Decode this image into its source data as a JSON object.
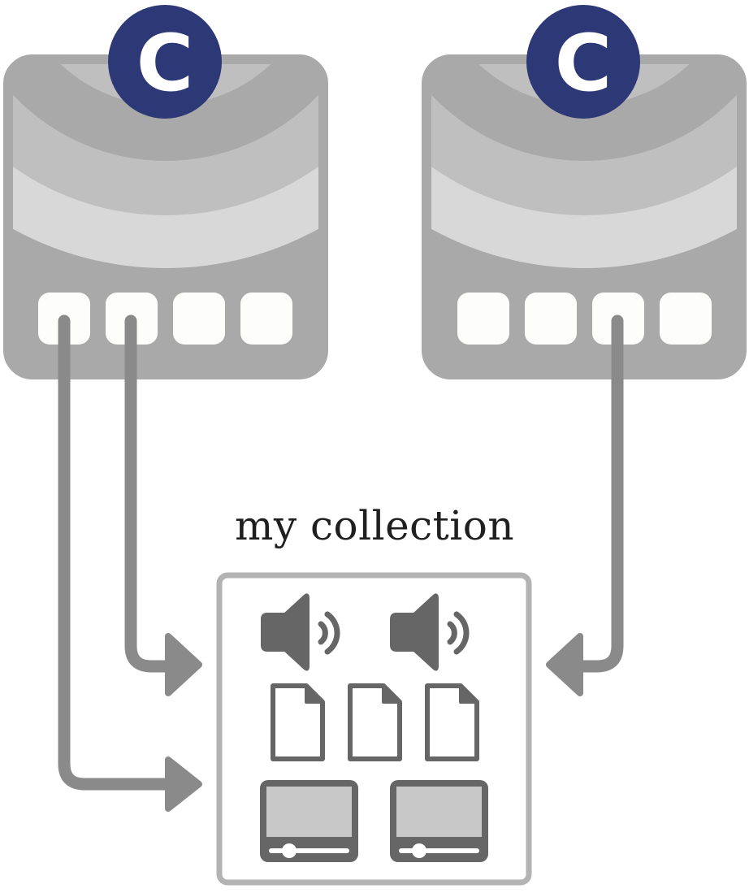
{
  "collection": {
    "title": "my collection"
  },
  "sources": [
    {
      "badge": "C"
    },
    {
      "badge": "C"
    }
  ],
  "items": {
    "audio": [
      "speaker-icon",
      "speaker-icon"
    ],
    "documents": [
      "document-icon",
      "document-icon",
      "document-icon"
    ],
    "videos": [
      "video-player-icon",
      "video-player-icon"
    ]
  },
  "colors": {
    "badge": "#2d3877",
    "device_body": "#a9a9a9",
    "device_arc_dark": "#bfbfbf",
    "device_arc_light": "#d8d8d8",
    "connector": "#8a8a8a",
    "collection_border": "#b3b3b3",
    "icon": "#666666",
    "icon_fill": "#c8c8c8"
  }
}
